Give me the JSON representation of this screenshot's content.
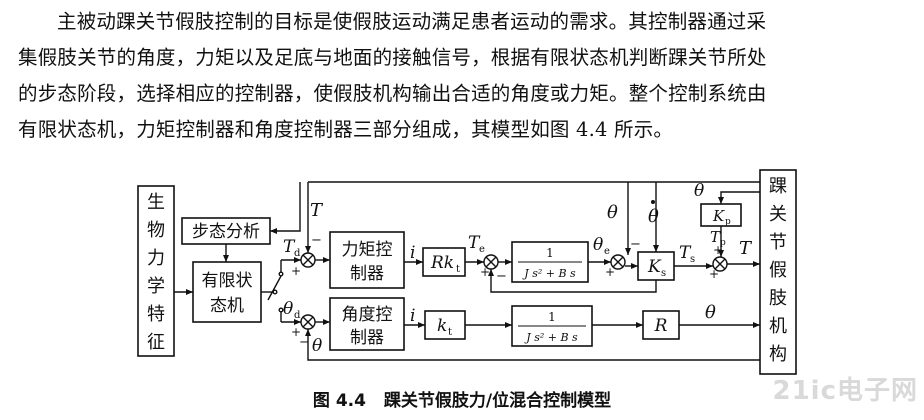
{
  "paragraph": {
    "lines": [
      "主被动踝关节假肢控制的目标是使假肢运动满足患者运动的需求。其控制器通过采",
      "集假肢关节的角度，力矩以及足底与地面的接触信号，根据有限状态机判断踝关节所处",
      "的步态阶段，选择相应的控制器，使假肢机构输出合适的角度或力矩。整个控制系统由",
      "有限状态机，力矩控制器和角度控制器三部分组成，其模型如图 4.4 所示。"
    ]
  },
  "diagram": {
    "blocks": {
      "bio": [
        "生",
        "物",
        "力",
        "学",
        "特",
        "征"
      ],
      "gait": "步态分析",
      "fsm": [
        "有限状",
        "态机"
      ],
      "torque_ctrl": [
        "力矩控",
        "制器"
      ],
      "angle_ctrl": [
        "角度控",
        "制器"
      ],
      "rk": "Rk",
      "rk_sub": "t",
      "kt": "k",
      "kt_sub": "t",
      "tf_e_num": "1",
      "tf_e_den": "J s² + B s",
      "tf_m_num": "1",
      "tf_m_den": "J s² + B s",
      "ks": "K",
      "ks_sub": "s",
      "kp": "K",
      "kp_sub": "p",
      "r": "R",
      "ankle": [
        "踝",
        "关",
        "节",
        "假",
        "肢",
        "机",
        "构"
      ]
    },
    "signals": {
      "T": "T",
      "Td": "T",
      "Td_sub": "d",
      "theta_d": "θ",
      "theta_d_sub": "d",
      "Te": "T",
      "Te_sub": "e",
      "theta_e": "θ",
      "theta_e_sub": "e",
      "Ts": "T",
      "Ts_sub": "s",
      "Tp": "T",
      "Tp_sub": "p",
      "theta": "θ",
      "i": "i",
      "plus": "+",
      "minus": "−"
    }
  },
  "caption": {
    "figure": "图 4.4",
    "title": "踝关节假肢力/位混合控制模型"
  },
  "watermark": "21ic电子网"
}
